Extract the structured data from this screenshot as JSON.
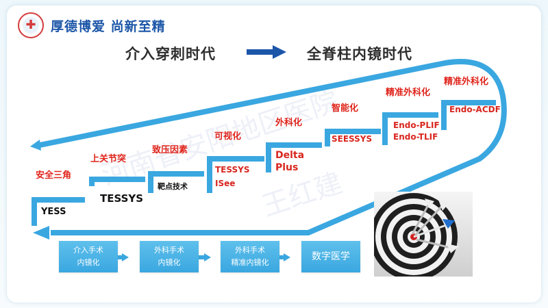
{
  "header": {
    "motto": "厚德博爱 尚新至精"
  },
  "titles": {
    "from": "介入穿刺时代",
    "to": "全脊柱内镜时代"
  },
  "steps": [
    {
      "label": "安全三角",
      "box": "YESS"
    },
    {
      "label": "上关节突",
      "box": "TESSYS"
    },
    {
      "label": "致压因素",
      "box": "靶点技术"
    },
    {
      "label": "可视化",
      "box_lines": [
        "TESSYS",
        "ISee"
      ]
    },
    {
      "label": "外科化",
      "box_lines": [
        "Delta",
        "Plus"
      ]
    },
    {
      "label": "智能化",
      "box": "SEESSYS"
    },
    {
      "label": "精准外科化",
      "box_lines": [
        "Endo-PLIF",
        "Endo-TLIF"
      ]
    },
    {
      "label": "精准外科化",
      "box": "Endo-ACDF"
    }
  ],
  "flow": [
    {
      "lines": [
        "介入手术",
        "内镜化"
      ]
    },
    {
      "lines": [
        "外科手术",
        "内镜化"
      ]
    },
    {
      "lines": [
        "外科手术",
        "精准内镜化"
      ]
    },
    {
      "lines": [
        "数字医学"
      ]
    }
  ],
  "watermark": {
    "line1": "河南省安阳地区医院",
    "line2": "王红建"
  },
  "colors": {
    "accent": "#3aa7e0",
    "label_red": "#e0241b",
    "brand_blue": "#1c56a8"
  },
  "icons": {
    "logo": "hospital-logo-icon",
    "target": "dartboard-target-icon"
  }
}
